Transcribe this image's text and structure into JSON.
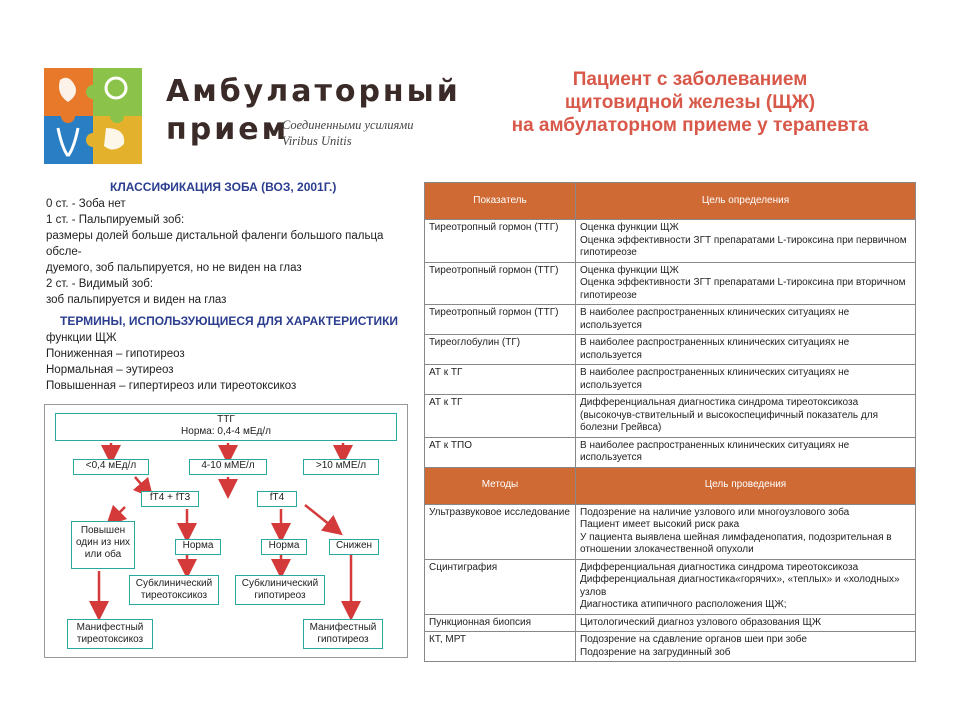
{
  "logo": {
    "title_line1": "Амбулаторный",
    "title_line2": "прием",
    "tagline1": "Соединенными усилиями",
    "tagline2": "Viribus Unitis",
    "colors": [
      "#e8782a",
      "#8bc34a",
      "#2a7fc4",
      "#e3b12b"
    ]
  },
  "slide_title": [
    "Пациент с заболеванием",
    "щитовидной железы (ЩЖ)",
    "на амбулаторном приеме у терапевта"
  ],
  "classification": {
    "heading": "Классификация зоба (ВОЗ, 2001г.)",
    "lines": [
      "0 ст. - Зоба нет",
      "1 ст. - Пальпируемый зоб:",
      "размеры долей больше дистальной фаленги большого пальца обсле-",
      "дуемого, зоб пальпируется, но не виден на глаз",
      "2 ст. - Видимый зоб:",
      "зоб пальпируется и виден на глаз"
    ]
  },
  "terms": {
    "heading": "Термины, использующиеся для характеристики",
    "lines": [
      "функции ЩЖ",
      "Пониженная – гипотиреоз",
      "Нормальная – эутиреоз",
      "Повышенная – гипертиреоз или тиреотоксикоз"
    ]
  },
  "flow": {
    "ttg": "ТТГ",
    "norma_range": "Норма: 0,4-4 мЕд/л",
    "low": "<0,4 мЕд/л",
    "mid": "4-10 мМЕ/л",
    "high": ">10 мМЕ/л",
    "ft4ft3": "fT4 + fT3",
    "ft4": "fT4",
    "elevated": "Повышен один из них или оба",
    "norma1": "Норма",
    "norma2": "Норма",
    "reduced": "Снижен",
    "subclin_thyro": "Субклинический тиреотоксикоз",
    "subclin_hypo": "Субклинический гипотиреоз",
    "manifest_thyro": "Манифестный тиреотоксикоз",
    "manifest_hypo": "Манифестный гипотиреоз",
    "arrow_color": "#d43a3a",
    "box_color": "#2aa8a0"
  },
  "table": {
    "header1": [
      "Показатель",
      "Цель определения"
    ],
    "rows1": [
      [
        "Тиреотропный гормон (ТТГ)",
        "Оценка функции ЩЖ\nОценка эффективности ЗГТ препаратами L-тироксина при первичном гипотиреозе"
      ],
      [
        "Тиреотропный гормон (ТТГ)",
        "Оценка функции ЩЖ\nОценка эффективности ЗГТ препаратами L-тироксина при вторичном гипотиреозе"
      ],
      [
        "Тиреотропный гормон (ТТГ)",
        "В наиболее распространенных клинических ситуациях не используется"
      ],
      [
        "Тиреоглобулин (ТГ)",
        "В наиболее распространенных клинических ситуациях не используется"
      ],
      [
        "АТ к ТГ",
        "В наиболее распространенных клинических ситуациях не используется"
      ],
      [
        "АТ к ТГ",
        "Дифференциальная диагностика синдрома тиреотоксикоза (высокочув-ствительный и высокоспецифичный показатель для болезни Грейвса)"
      ],
      [
        "АТ к ТПО",
        "В наиболее распространенных клинических ситуациях не используется"
      ]
    ],
    "header2": [
      "Методы",
      "Цель проведения"
    ],
    "rows2": [
      [
        "Ультразвуковое исследование",
        "Подозрение на наличие узлового или многоузлового зоба\nПациент имеет высокий риск рака\nУ пациента выявлена шейная лимфаденопатия, подозрительная в отношении злокачественной опухоли"
      ],
      [
        "Сцинтиграфия",
        "Дифференциальная диагностика синдрома тиреотоксикоза\nДифференциальная диагностика«горячих», «теплых» и «холодных» узлов\nДиагностика атипичного расположения ЩЖ;"
      ],
      [
        "Пункционная биопсия",
        "Цитологический диагноз узлового образования ЩЖ"
      ],
      [
        "КТ, МРТ",
        "Подозрение на сдавление органов шеи при зобе\nПодозрение на загрудинный зоб"
      ]
    ],
    "header_color": "#cf6a35"
  }
}
